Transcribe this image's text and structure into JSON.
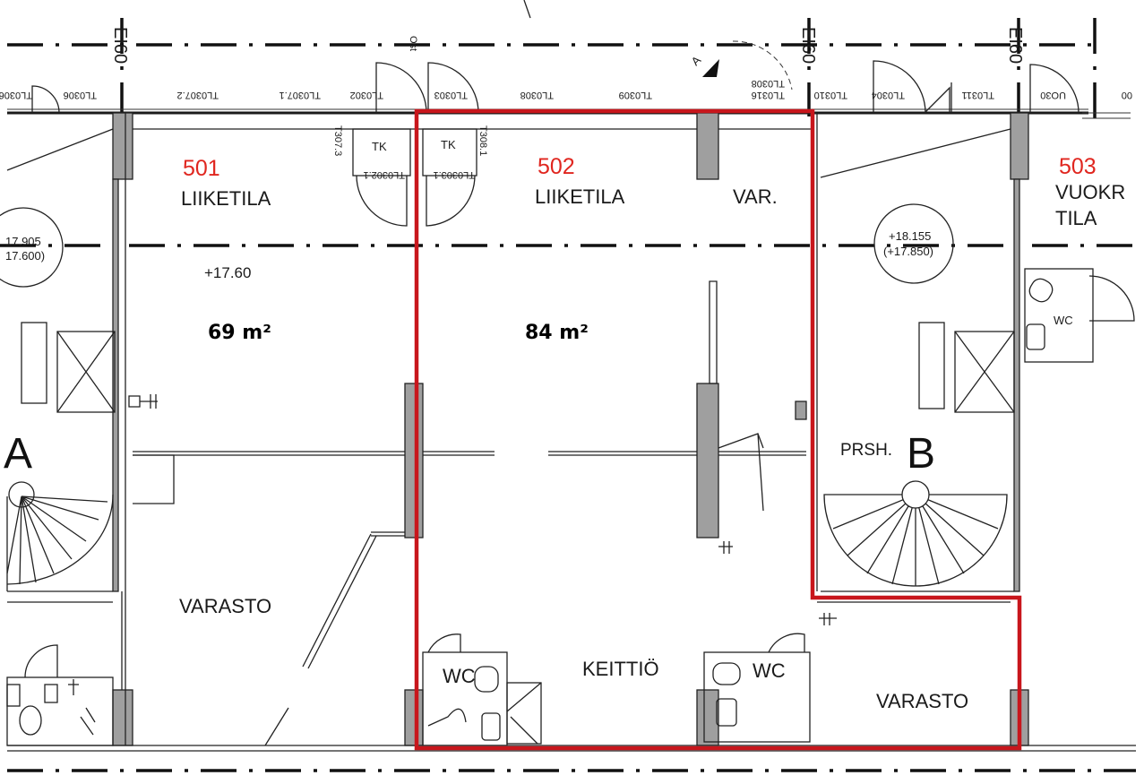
{
  "colors": {
    "highlight": "#c8161c",
    "unit_number": "#e0261f",
    "wall_fill": "#9f9f9f",
    "line": "#222222"
  },
  "grid_lines": [
    "EI60",
    "EI60",
    "EI60"
  ],
  "north_arrow_label": "A",
  "top_label": "Ost",
  "door_tags": [
    "TL0306",
    "TL0307.2",
    "TL0307.1",
    "TL0302",
    "TL0303",
    "TL0308",
    "TL0309",
    "TL0316",
    "TL0308",
    "TL0310",
    "TL0304",
    "TL0311",
    "UO30",
    "00"
  ],
  "units": [
    {
      "number": "501",
      "type": "LIIKETILA"
    },
    {
      "number": "502",
      "type": "LIIKETILA"
    },
    {
      "number": "503",
      "type_line1": "VUOKR",
      "type_line2": "TILA"
    }
  ],
  "areas": {
    "unit_501": "69 m²",
    "unit_502": "84 m²"
  },
  "elevations": {
    "left_top": "17.905",
    "left_bottom": "17.600)",
    "center": "+17.60",
    "right_top": "+18.155",
    "right_bottom": "(+17.850)"
  },
  "cabinets": {
    "tk1": "TK",
    "tk2": "TK",
    "tag1": "TL0302.1",
    "tag2": "TL0303.1",
    "side1": "T307.3",
    "side2": "T308.1"
  },
  "rooms": {
    "var": "VAR.",
    "varasto_left": "VARASTO",
    "varasto_right": "VARASTO",
    "keittio": "KEITTIÖ",
    "wc_left": "WC",
    "wc_mid": "WC",
    "wc_right": "WC",
    "prsh": "PRSH."
  },
  "stair_letters": {
    "left": "A",
    "right": "B"
  }
}
